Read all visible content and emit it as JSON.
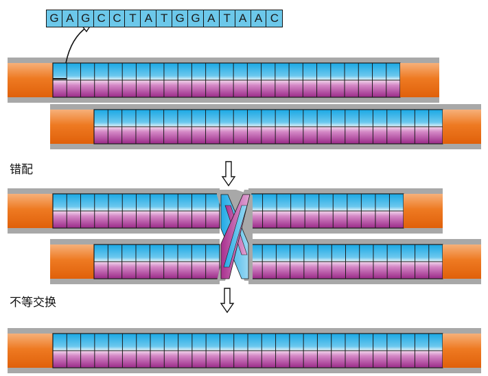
{
  "sequence": {
    "text": "GAGCCTATGGATAAC",
    "letters": [
      "G",
      "A",
      "G",
      "C",
      "C",
      "T",
      "A",
      "T",
      "G",
      "G",
      "A",
      "T",
      "A",
      "A",
      "C"
    ]
  },
  "labels": {
    "mispairing": "错配",
    "unequal_crossover": "不等交换"
  },
  "colors": {
    "orange": "#f08020",
    "blue": "#2ab0e8",
    "magenta": "#b03a98",
    "gray": "#a8a8a8",
    "divider": "#1a1a1a"
  },
  "stages": [
    {
      "name": "initial-alignment",
      "chromosomes": 2
    },
    {
      "name": "mispaired-crossover",
      "chromosomes": 2
    },
    {
      "name": "unequal-crossover-product",
      "chromosomes": 1
    }
  ]
}
